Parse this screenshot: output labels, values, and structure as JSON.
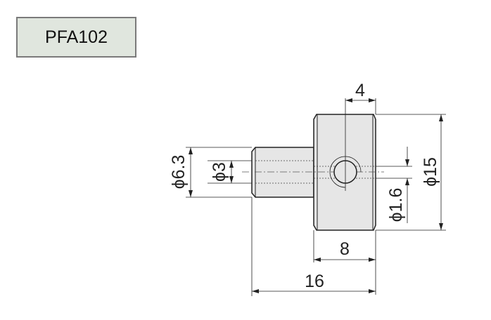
{
  "part_label": "PFA102",
  "dimensions": {
    "offset": "4",
    "outer_diameter": "ϕ15",
    "cross_hole_diameter": "ϕ1.6",
    "shaft_diameter": "ϕ6.3",
    "bore_diameter": "ϕ3",
    "head_length": "8",
    "total_length": "16"
  },
  "colors": {
    "part_fill": "#e6e6e6",
    "label_fill": "#e0e6de"
  }
}
